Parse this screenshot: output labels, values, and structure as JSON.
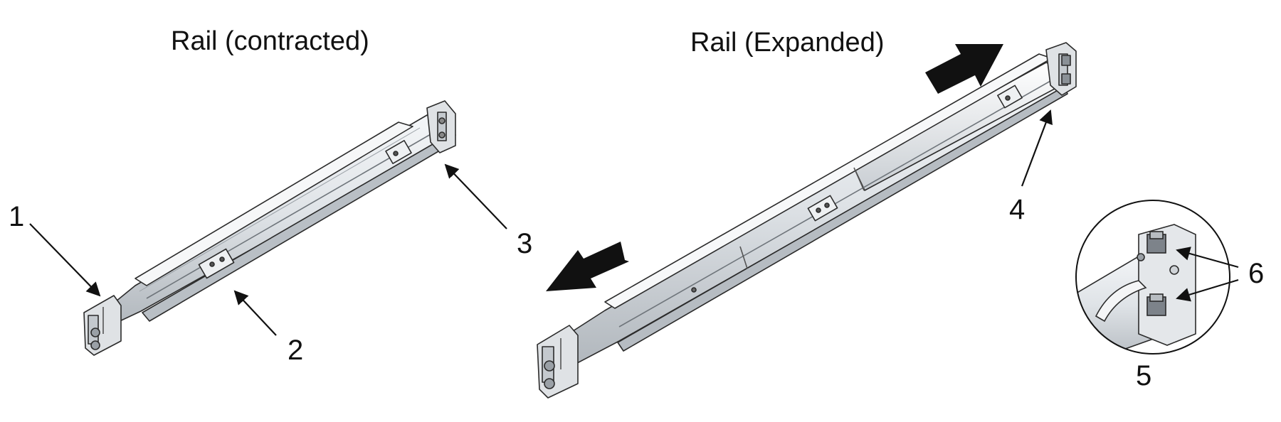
{
  "titles": {
    "contracted": "Rail (contracted)",
    "expanded": "Rail (Expanded)"
  },
  "callouts": [
    "1",
    "2",
    "3",
    "4",
    "5",
    "6"
  ],
  "colors": {
    "background": "#ffffff",
    "ink": "#111111",
    "rail_light": "#e9ecef",
    "rail_mid": "#c8cdd2",
    "rail_dark": "#8a9096",
    "outline": "#2b2b2b"
  }
}
